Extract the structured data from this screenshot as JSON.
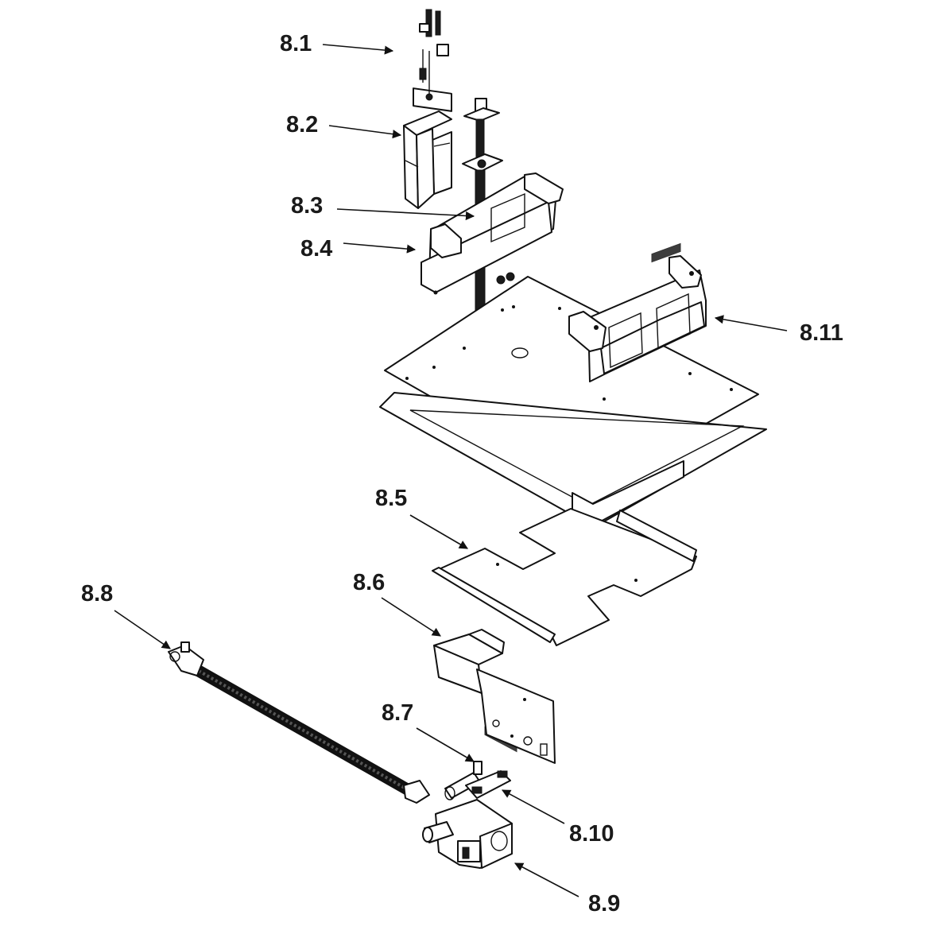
{
  "callouts": {
    "c81": "8.1",
    "c82": "8.2",
    "c83": "8.3",
    "c84": "8.4",
    "c85": "8.5",
    "c86": "8.6",
    "c87": "8.7",
    "c88": "8.8",
    "c89": "8.9",
    "c810": "8.10",
    "c811": "8.11"
  }
}
